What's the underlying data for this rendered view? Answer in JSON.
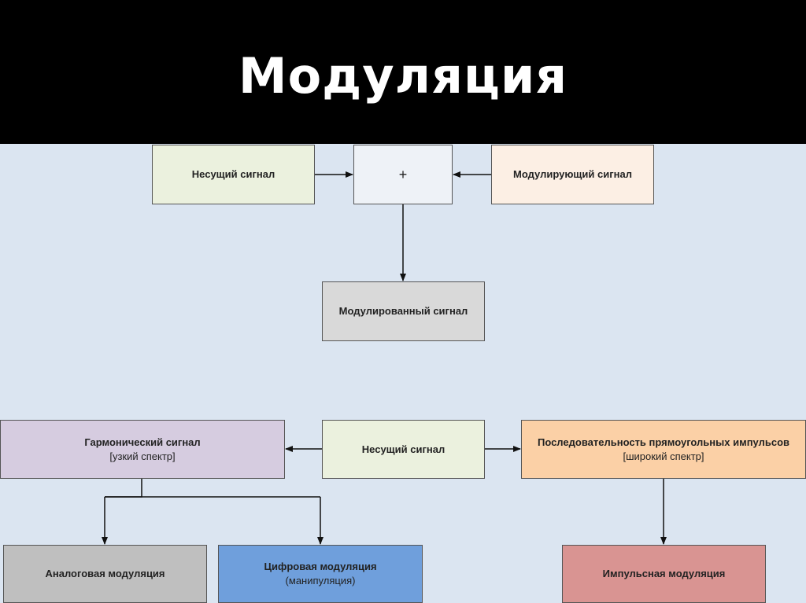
{
  "title": "Модуляция",
  "top_diagram": {
    "carrier": "Несущий сигнал",
    "sum": "+",
    "modulating": "Модулирующий сигнал",
    "modulated": "Модулированный сигнал"
  },
  "bottom_diagram": {
    "harmonic": {
      "label": "Гармонический сигнал",
      "note": "[узкий спектр]"
    },
    "carrier": "Несущий сигнал",
    "pulses": {
      "label": "Последовательность прямоугольных импульсов",
      "note": "[широкий спектр]"
    },
    "analog": "Аналоговая модуляция",
    "digital": {
      "label": "Цифровая модуляция",
      "note": "(манипуляция)"
    },
    "pulse": "Импульсная модуляция"
  },
  "colors": {
    "background": "#dbe5f1",
    "carrier": "#ebf1de",
    "sum": "#eef2f7",
    "modulating": "#fcefe4",
    "modulated": "#d9d9d9",
    "harmonic": "#d6cce0",
    "pulses": "#fbd0a6",
    "analog": "#bfbfbf",
    "digital": "#6f9fdc",
    "pulse": "#d99492"
  }
}
